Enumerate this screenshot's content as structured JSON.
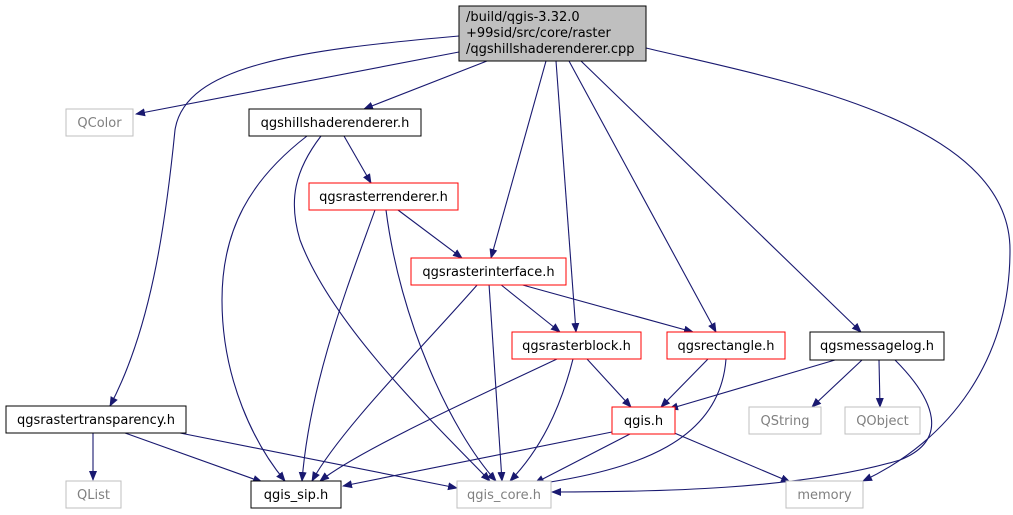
{
  "diagram": {
    "root": {
      "line1": "/build/qgis-3.32.0",
      "line2": "+99sid/src/core/raster",
      "line3": "/qgshillshaderenderer.cpp"
    },
    "nodes": {
      "qcolor": "QColor",
      "hillshade_h": "qgshillshaderenderer.h",
      "rasterrenderer_h": "qgsrasterrenderer.h",
      "rasterinterface_h": "qgsrasterinterface.h",
      "rasterblock_h": "qgsrasterblock.h",
      "rectangle_h": "qgsrectangle.h",
      "messagelog_h": "qgsmessagelog.h",
      "rastertransparency_h": "qgsrastertransparency.h",
      "qgis_h": "qgis.h",
      "qstring": "QString",
      "qobject": "QObject",
      "qlist": "QList",
      "qgis_sip_h": "qgis_sip.h",
      "qgis_core_h": "qgis_core.h",
      "memory": "memory"
    },
    "colors": {
      "edge": "#191970",
      "root_fill": "#bfbfbf",
      "documented_border": "#000000",
      "truncated_border": "#ff0000",
      "external_border": "#bfbfbf",
      "external_text": "#808080"
    }
  }
}
